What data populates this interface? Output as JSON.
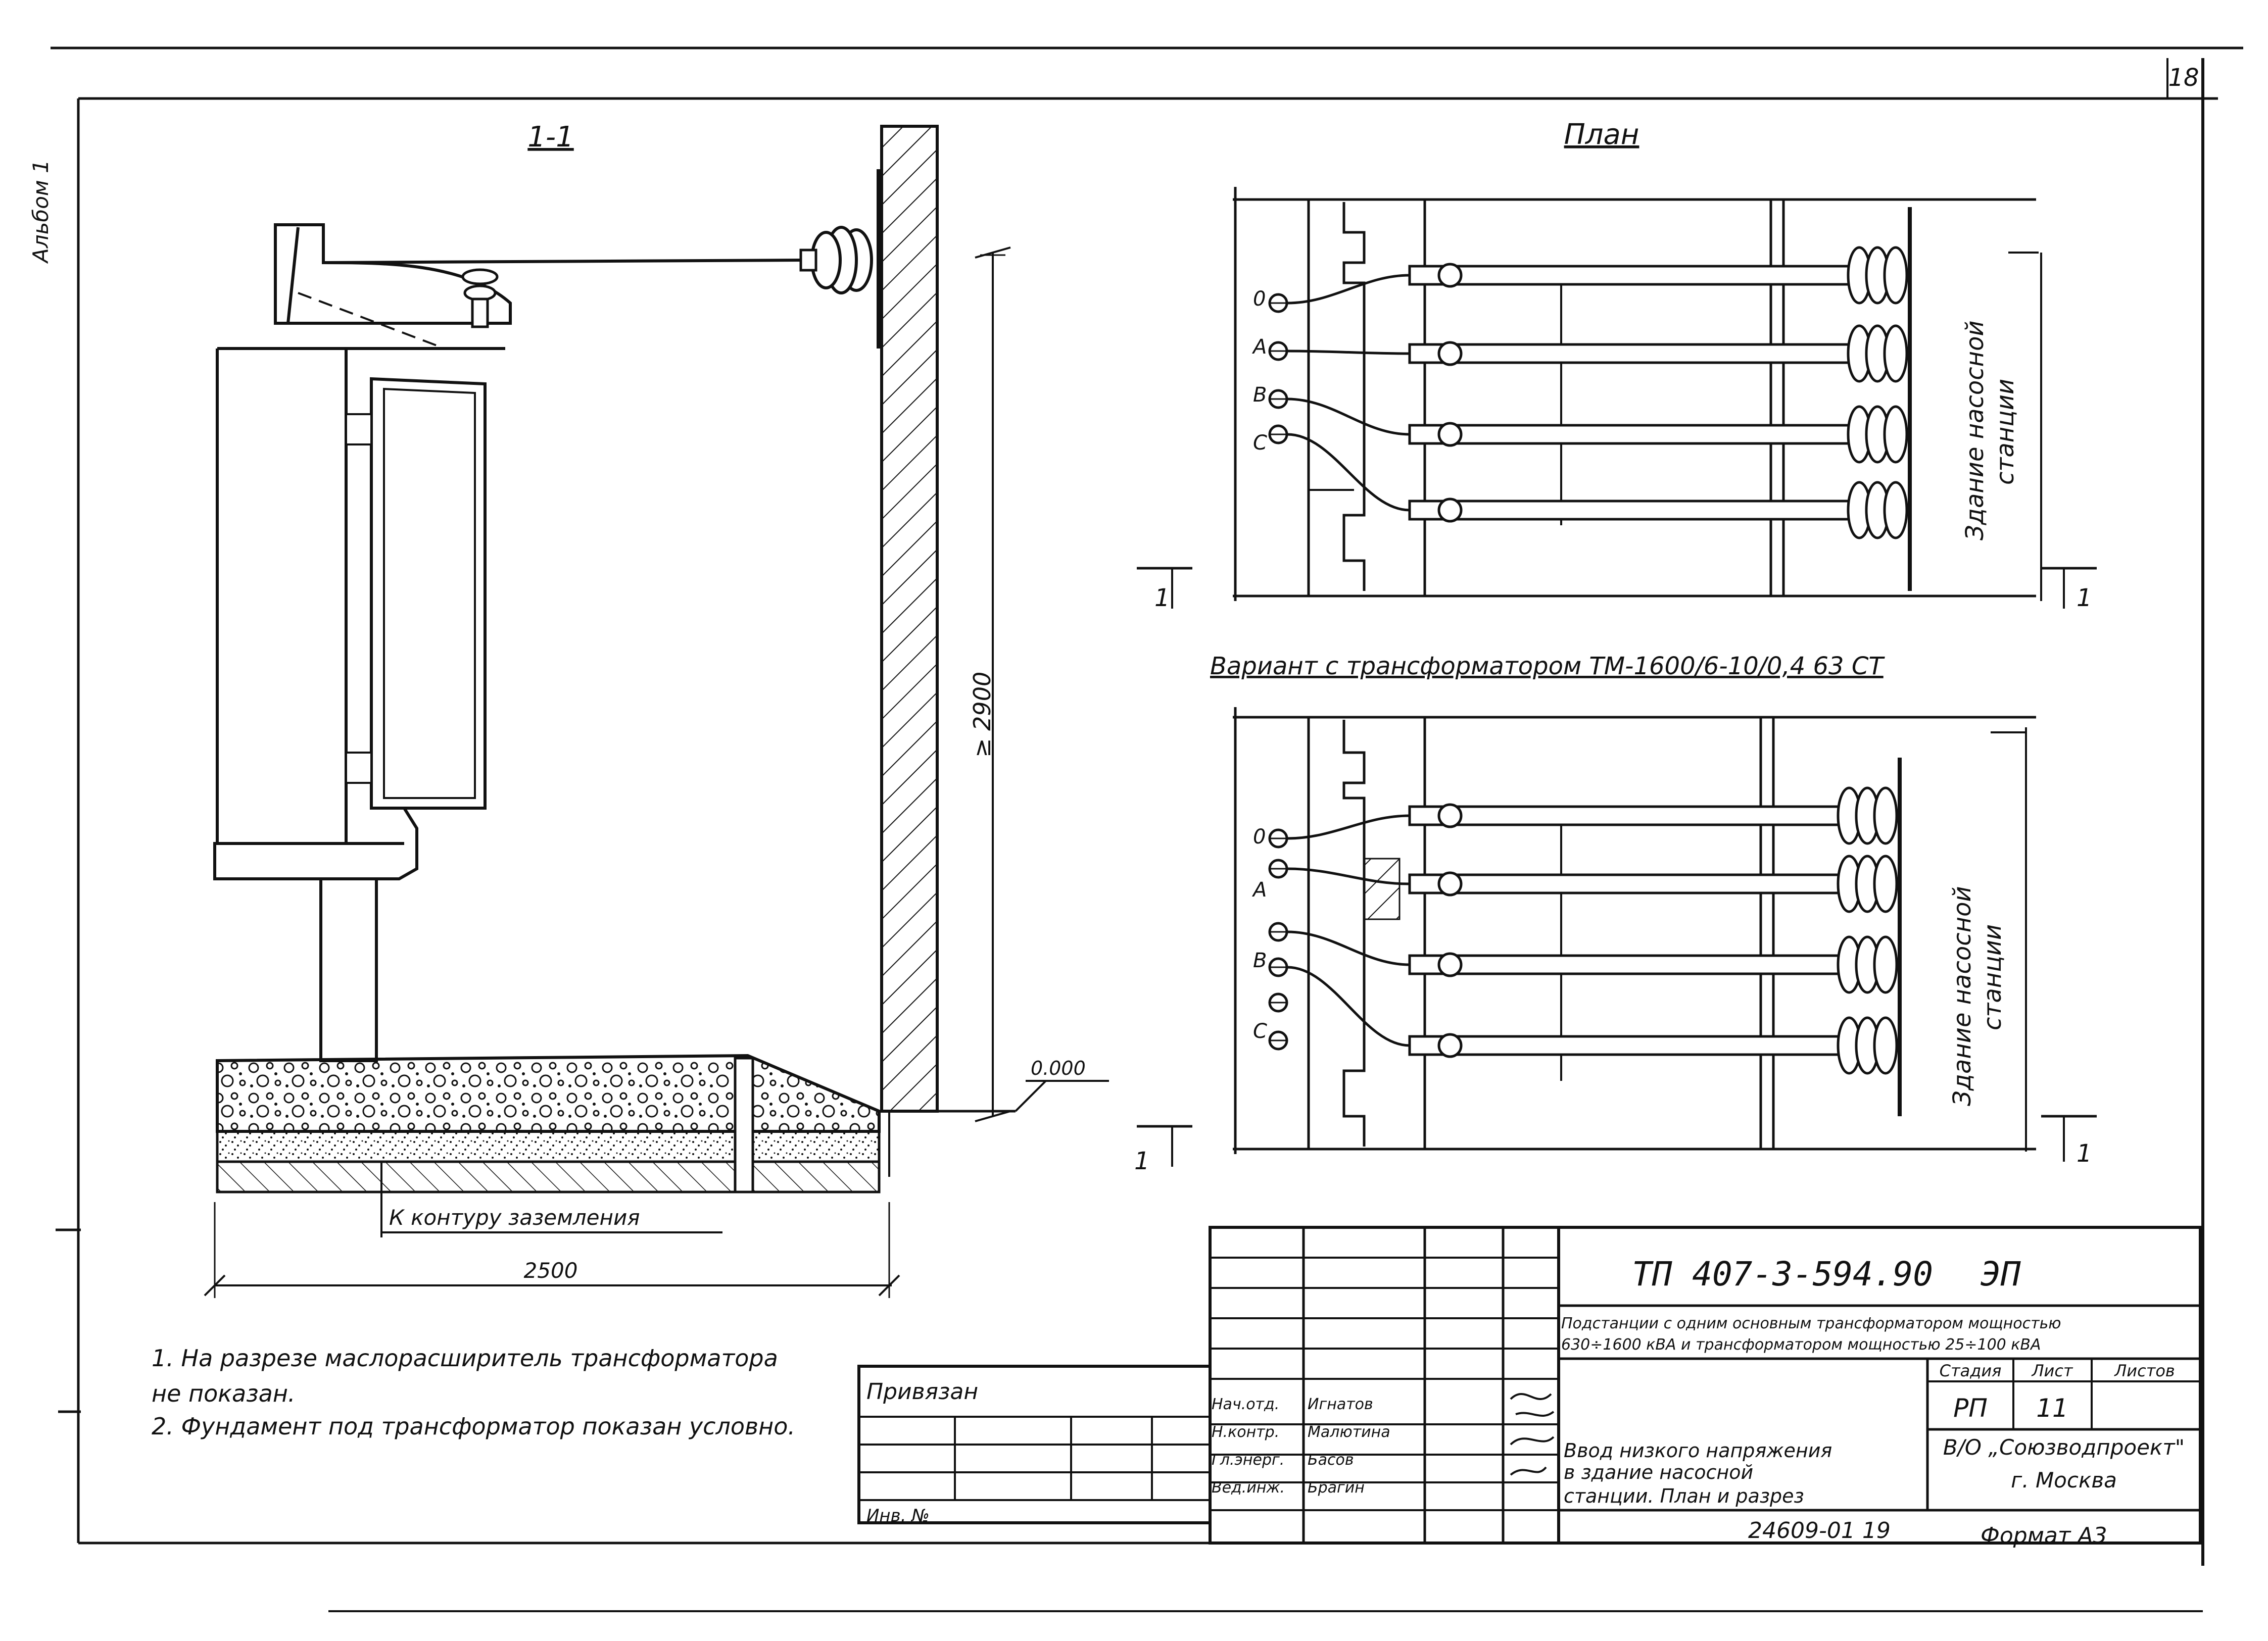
{
  "sheet": {
    "page_number": "18",
    "album_label": "Альбом 1",
    "document_code": "24609-01 19",
    "format": "Формат А3"
  },
  "section": {
    "title": "1-1",
    "wall_height": "≥ 2900",
    "zero_mark": "0.000",
    "ground_label": "К контуру заземления",
    "width": "2500"
  },
  "plan": {
    "title": "План",
    "phases": [
      "0",
      "А",
      "В",
      "С"
    ],
    "building_label_line1": "Здание насосной",
    "building_label_line2": "станции",
    "cut_marker": "1"
  },
  "variant": {
    "title": "Вариант с трансформатором ТМ-1600/6-10/0,4 63 СТ",
    "phases": [
      "0",
      "А",
      "В",
      "С"
    ],
    "building_label_line1": "Здание насосной",
    "building_label_line2": "станции",
    "cut_marker": "1"
  },
  "notes": [
    "1. На разрезе маслорасширитель трансформатора",
    "не показан.",
    "2. Фундамент под трансформатор показан условно."
  ],
  "privyazan": {
    "label": "Привязан",
    "inv_label": "Инв. №"
  },
  "title_block": {
    "code": "ТП 407-3-594.90",
    "suffix": "ЭП",
    "description_line1": "Подстанции с одним основным трансформатором мощностью",
    "description_line2": "630÷1600 кВА и трансформатором мощностью 25÷100 кВА",
    "stage_header": "Стадия",
    "sheet_header": "Лист",
    "sheets_header": "Листов",
    "stage": "РП",
    "sheet": "11",
    "sheets": "",
    "drawing_title_line1": "Ввод низкого напряжения",
    "drawing_title_line2": "в здание насосной",
    "drawing_title_line3": "станции. План и разрез",
    "organization_line1": "В/О „Союзводпроект\"",
    "organization_line2": "г. Москва",
    "signatures": [
      {
        "role": "Нач.отд.",
        "name": "Игнатов"
      },
      {
        "role": "Н.контр.",
        "name": "Малютина"
      },
      {
        "role": "Гл.энерг.",
        "name": "Басов"
      },
      {
        "role": "Вед.инж.",
        "name": "Брагин"
      }
    ]
  }
}
